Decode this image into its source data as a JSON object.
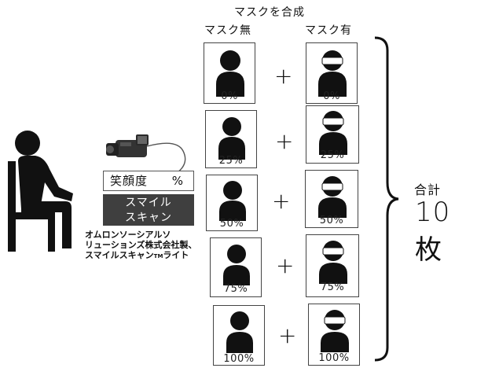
{
  "headers": {
    "title": "マスクを合成",
    "no_mask": "マスク無",
    "with_mask": "マスク有"
  },
  "smile_label": {
    "text": "笑顔度",
    "unit": "%"
  },
  "scan_box": {
    "line1": "スマイル",
    "line2": "スキャン"
  },
  "maker": {
    "line1": "オムロンソーシアルソ",
    "line2": "リューションズ株式会社製、",
    "line3_prefix": "スマイルスキャン",
    "tm": "TM",
    "line3_suffix": "ライト"
  },
  "rows": [
    {
      "left_pct": "0%",
      "right_pct": "0%"
    },
    {
      "left_pct": "25%",
      "right_pct": "25%"
    },
    {
      "left_pct": "50%",
      "right_pct": "50%"
    },
    {
      "left_pct": "75%",
      "right_pct": "75%"
    },
    {
      "left_pct": "100%",
      "right_pct": "100%"
    }
  ],
  "plus_symbol": "+",
  "total": {
    "label": "合計",
    "value": "10枚"
  }
}
